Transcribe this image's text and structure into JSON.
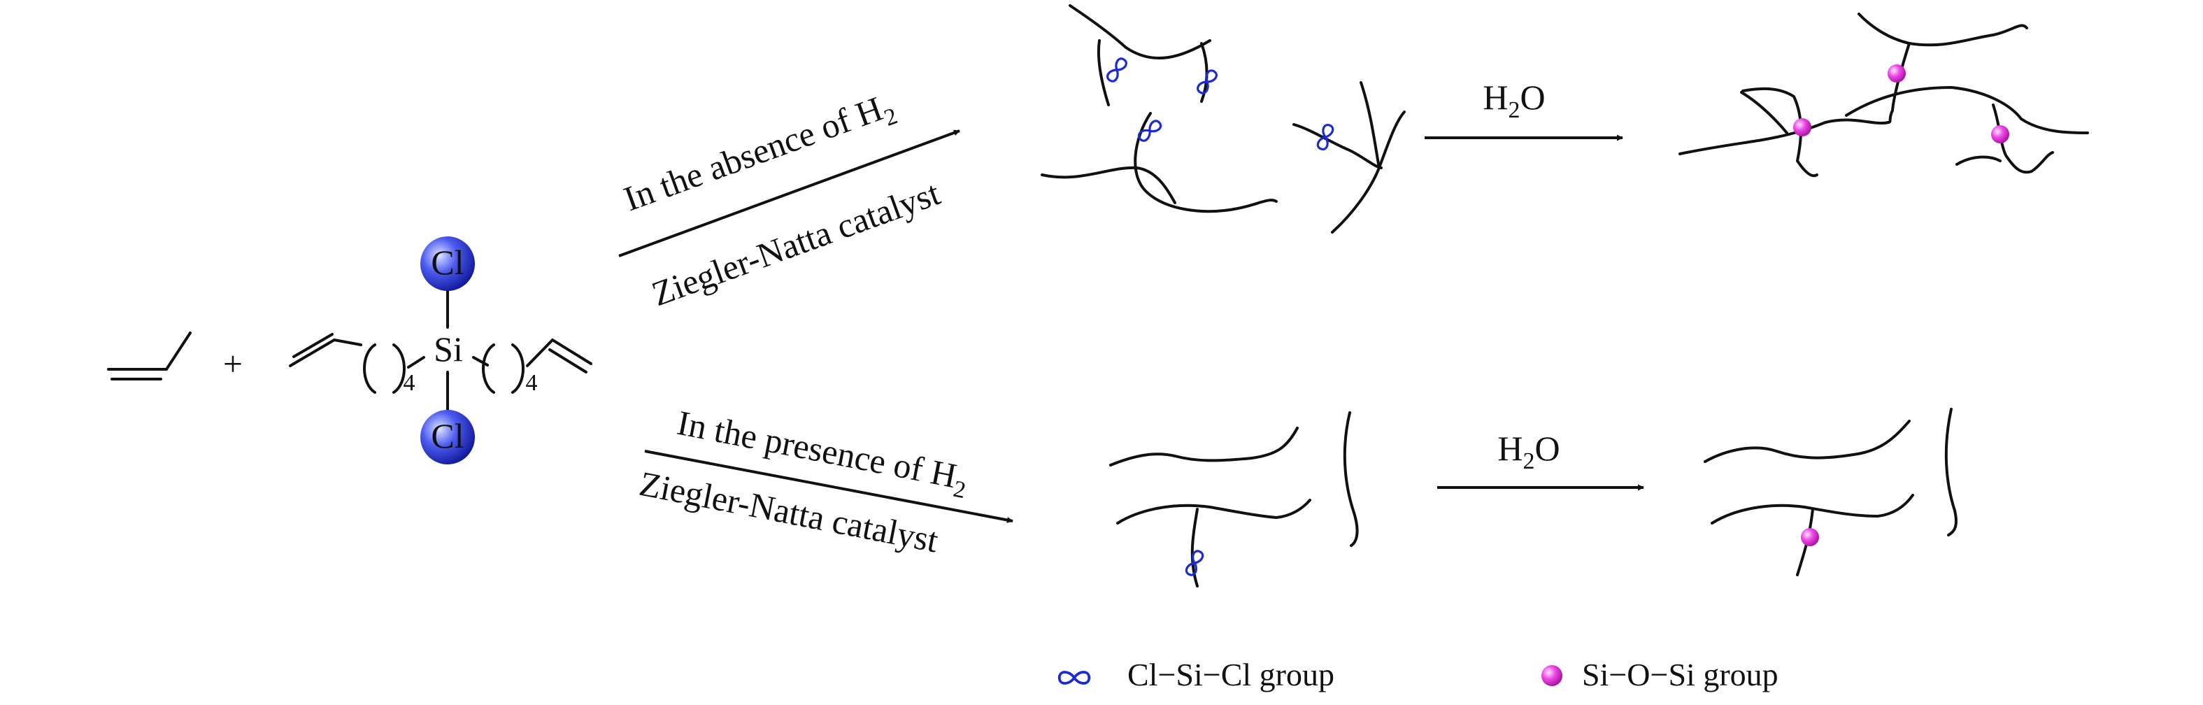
{
  "reactants": {
    "plus": "+",
    "silicon": "Si",
    "chloro_top": "Cl",
    "chloro_bottom": "Cl",
    "repeat_left": "4",
    "repeat_right": "4"
  },
  "upper_route": {
    "condition_main": "In the absence of H",
    "condition_h2_subscript": "2",
    "catalyst": "Ziegler-Natta catalyst",
    "reagent_main": "H",
    "reagent_subscript": "2",
    "reagent_tail": "O"
  },
  "lower_route": {
    "condition_main": "In the presence of H",
    "condition_h2_subscript": "2",
    "catalyst": "Ziegler-Natta catalyst",
    "reagent_main": "H",
    "reagent_subscript": "2",
    "reagent_tail": "O"
  },
  "legend": {
    "clsicl_label": "Cl−Si−Cl group",
    "siosi_label": "Si−O−Si group"
  },
  "colors": {
    "cl_ball": "#2f3ed8",
    "clsicl_marker": "#1a2bd6",
    "siosi_ball": "#e83ae0",
    "line": "#111111"
  }
}
